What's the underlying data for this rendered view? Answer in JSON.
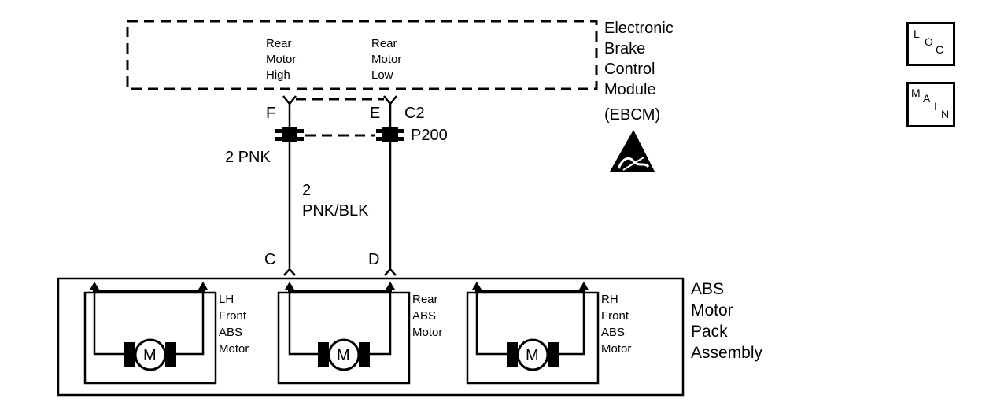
{
  "ebcm": {
    "name_lines": [
      "Electronic",
      "Brake",
      "Control",
      "Module",
      "(EBCM)"
    ],
    "pin_high": {
      "lines": [
        "Rear",
        "Motor",
        "High"
      ],
      "pin": "F"
    },
    "pin_low": {
      "lines": [
        "Rear",
        "Motor",
        "Low"
      ],
      "pin": "E"
    },
    "connector": "C2",
    "esd_symbol": "esd-warning-icon"
  },
  "splice": {
    "label": "P200"
  },
  "wires": {
    "left": {
      "gauge_color": "2 PNK"
    },
    "right": {
      "gauge": "2",
      "color": "PNK/BLK"
    }
  },
  "motor_pack": {
    "name_lines": [
      "ABS",
      "Motor",
      "Pack",
      "Assembly"
    ],
    "pin_c": "C",
    "pin_d": "D",
    "motors": [
      {
        "symbol": "M",
        "label_lines": [
          "LH",
          "Front",
          "ABS",
          "Motor"
        ]
      },
      {
        "symbol": "M",
        "label_lines": [
          "Rear",
          "ABS",
          "Motor"
        ]
      },
      {
        "symbol": "M",
        "label_lines": [
          "RH",
          "Front",
          "ABS",
          "Motor"
        ]
      }
    ]
  },
  "side_icons": {
    "loc": {
      "chars": [
        "L",
        "O",
        "C"
      ]
    },
    "main": {
      "chars": [
        "M",
        "A",
        "I",
        "N"
      ]
    }
  }
}
